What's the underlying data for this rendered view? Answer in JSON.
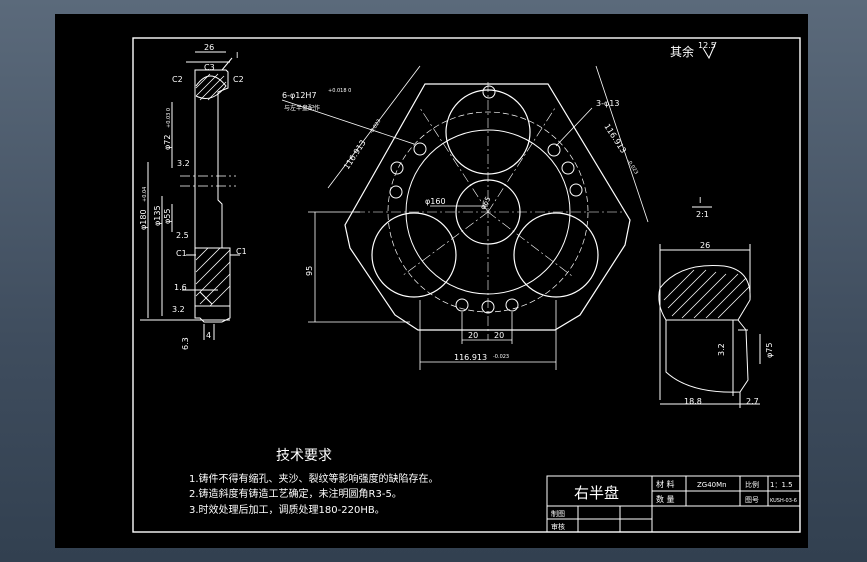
{
  "drawing": {
    "title": "右半盘",
    "note_general_roughness": "其余",
    "roughness_general": "12.5",
    "detail_label": "I",
    "detail_scale": "2:1",
    "tech_title": "技术要求",
    "tech_items": [
      "1.铸件不得有缩孔、夹沙、裂纹等影响强度的缺陷存在。",
      "2.铸造斜度有铸造工艺确定，未注明圆角R3-5。",
      "3.时效处理后加工，调质处理180-220HB。"
    ],
    "title_block": {
      "material_label": "材 料",
      "material_value": "ZG40Mn",
      "scale_label": "比例",
      "scale_value": "1：1.5",
      "quantity_label": "数 量",
      "drawing_no_label": "图号",
      "drawing_no_value": "KUSH-03-6",
      "drafter_label": "制图",
      "checker_label": "审核"
    },
    "side_view": {
      "dim_width": "26",
      "chamfer_c3": "C3",
      "chamfer_c2_left": "C2",
      "chamfer_c2_right": "C2",
      "section_mark": "I",
      "dia_72": "φ72",
      "dia_72_tol": "+0.03\n0",
      "dia_180": "φ180",
      "dia_180_tol": "+0.04",
      "dia_135": "φ135",
      "dia_55": "φ55",
      "rough_32_a": "3.2",
      "rough_25": "2.5",
      "chamfer_c1_left": "C1",
      "chamfer_c1_right": "C1",
      "rough_16": "1.6",
      "rough_32_b": "3.2",
      "rough_63": "6.3",
      "dim_4": "4"
    },
    "front_view": {
      "holes_note": "6-φ12H7",
      "holes_note_tol": "+0.018\n0",
      "holes_note_2": "与左半盘配作",
      "holes_3": "3-φ13",
      "dim_116_left": "116.913",
      "dim_116_left_tol": "-0.023",
      "dim_116_right": "116.913",
      "dim_116_right_tol": "-0.023",
      "dim_116_bottom": "116.913",
      "dim_116_bottom_tol": "-0.023",
      "dia_160": "φ160",
      "dia_65": "φ65",
      "dim_95": "95",
      "dim_20_a": "20",
      "dim_20_b": "20"
    },
    "detail_view": {
      "dim_26": "26",
      "rough_32": "3.2",
      "dia_75": "φ75",
      "dim_188": "18.8",
      "dim_27": "2.7"
    }
  }
}
